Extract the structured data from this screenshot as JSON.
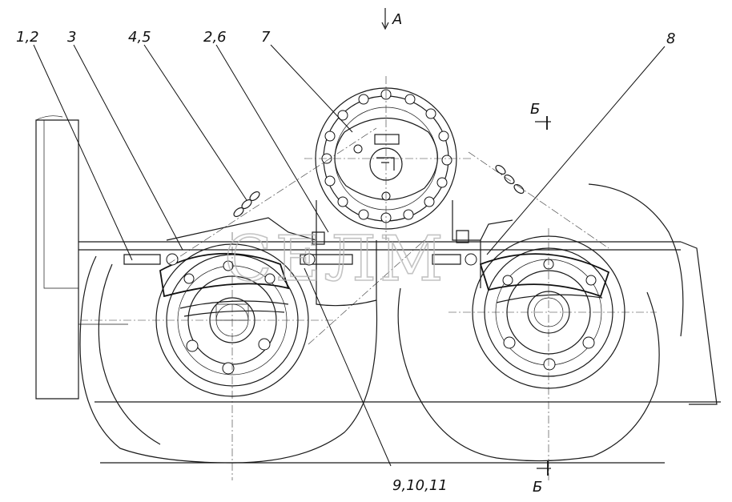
{
  "view_marks": {
    "view_a": "А",
    "section_b_top": "Б",
    "section_b_bottom": "Б"
  },
  "callouts": [
    "1,2",
    "3",
    "4,5",
    "2,6",
    "7",
    "8",
    "9,10,11"
  ],
  "watermark": "СЕЛМ"
}
